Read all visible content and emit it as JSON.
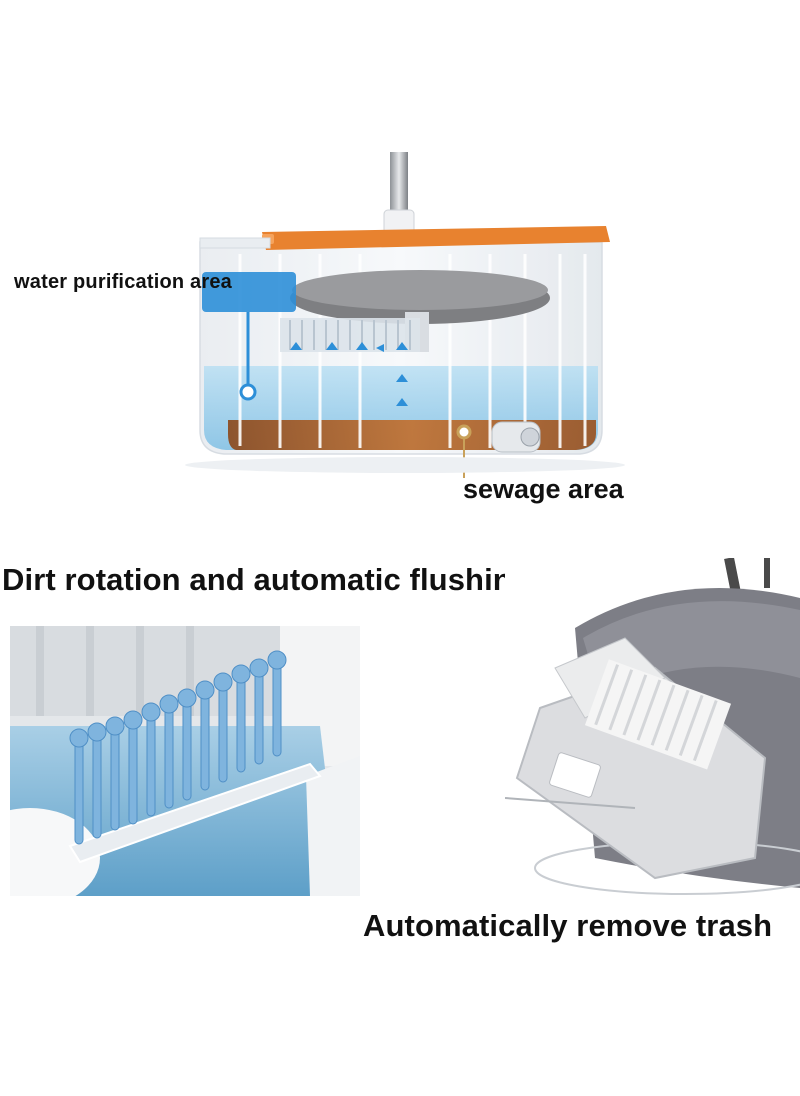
{
  "labels": {
    "water_area": "water purification area",
    "sewage_area": "sewage area",
    "dirt_rotation": "Dirt rotation and automatic flushing",
    "auto_remove": "Automatically remove trash"
  },
  "colors": {
    "orange_lid": "#e8822f",
    "clean_water": "#8fc9ea",
    "sewage": "#b5652b",
    "callout_blue": "#2d8fd8",
    "callout_gold": "#c9a15a",
    "mop_gray": "#7e7f82"
  }
}
